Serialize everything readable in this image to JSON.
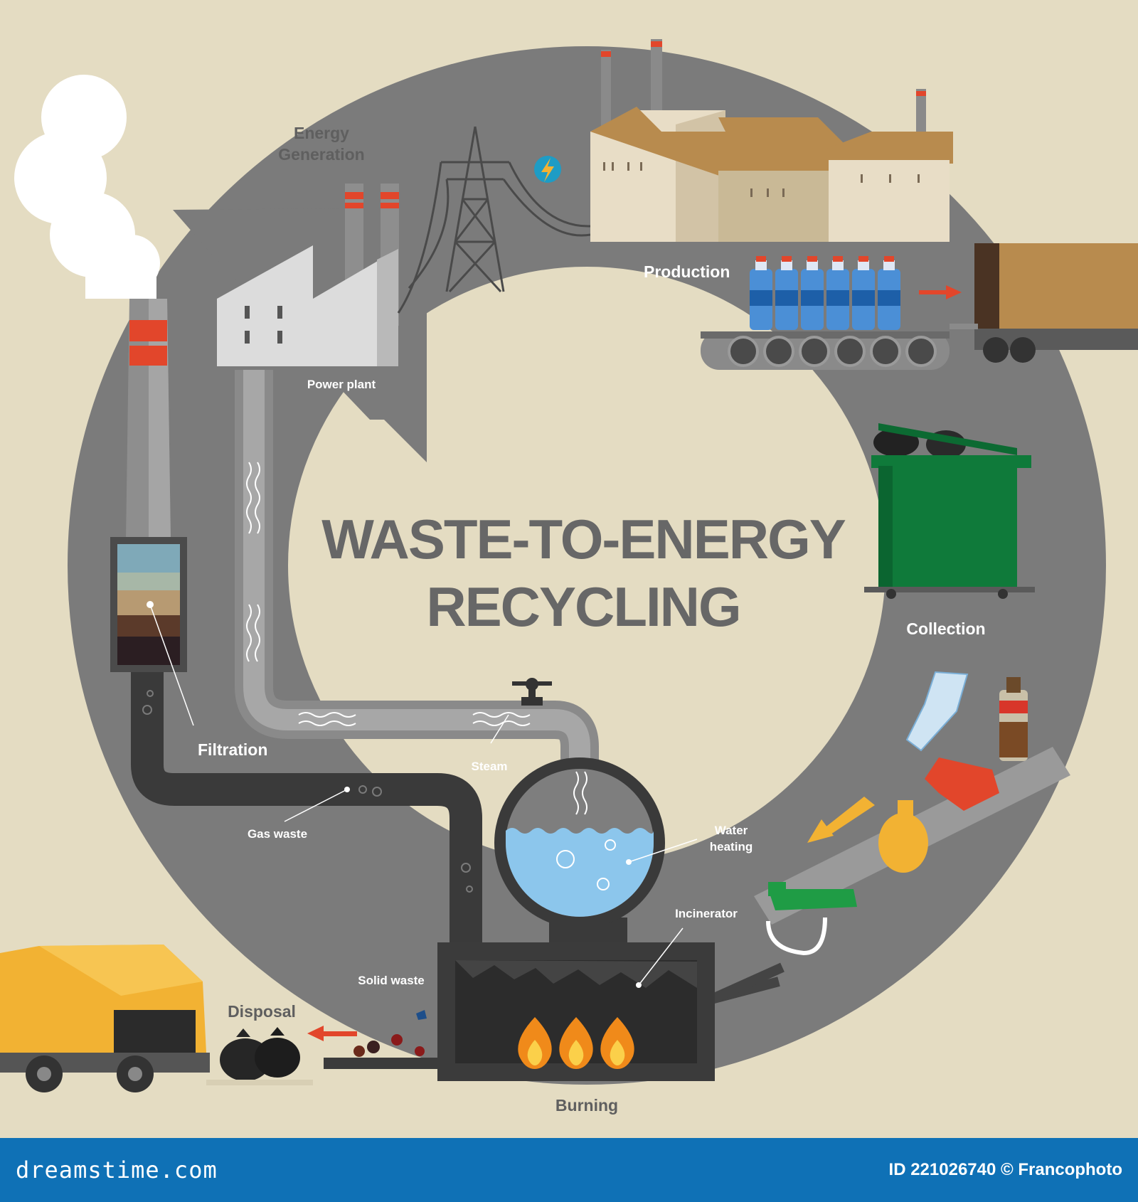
{
  "diagram": {
    "title_line1": "WASTE-TO-ENERGY",
    "title_line2": "RECYCLING",
    "labels": {
      "energy_generation_line1": "Energy",
      "energy_generation_line2": "Generation",
      "power_plant": "Power plant",
      "production": "Production",
      "collection": "Collection",
      "filtration": "Filtration",
      "steam": "Steam",
      "gas_waste": "Gas waste",
      "water_heating_line1": "Water",
      "water_heating_line2": "heating",
      "incinerator": "Incinerator",
      "solid_waste": "Solid waste",
      "disposal": "Disposal",
      "burning": "Burning"
    },
    "icons": [
      "smoke-cloud-icon",
      "chimney-icon",
      "power-plant-icon",
      "transmission-tower-icon",
      "lightning-icon",
      "factory-icon",
      "water-bottle-icon",
      "conveyor-icon",
      "delivery-truck-icon",
      "green-dumpster-icon",
      "plastic-waste-icon",
      "garbage-truck-icon",
      "trash-bag-icon",
      "flame-icon",
      "boiler-tank-icon",
      "filter-column-icon",
      "valve-icon"
    ],
    "colors": {
      "background": "#e4dcc2",
      "ring": "#7b7b7b",
      "pipe": "#3a3a3a",
      "water": "#8cc6ec",
      "dumpster": "#0f7a3a",
      "truck": "#f2b233",
      "flame": "#f08a1a",
      "footer": "#0f71b6"
    }
  },
  "footer": {
    "brand": "dreamstime.com",
    "credit": "ID 221026740 © Francophoto"
  }
}
